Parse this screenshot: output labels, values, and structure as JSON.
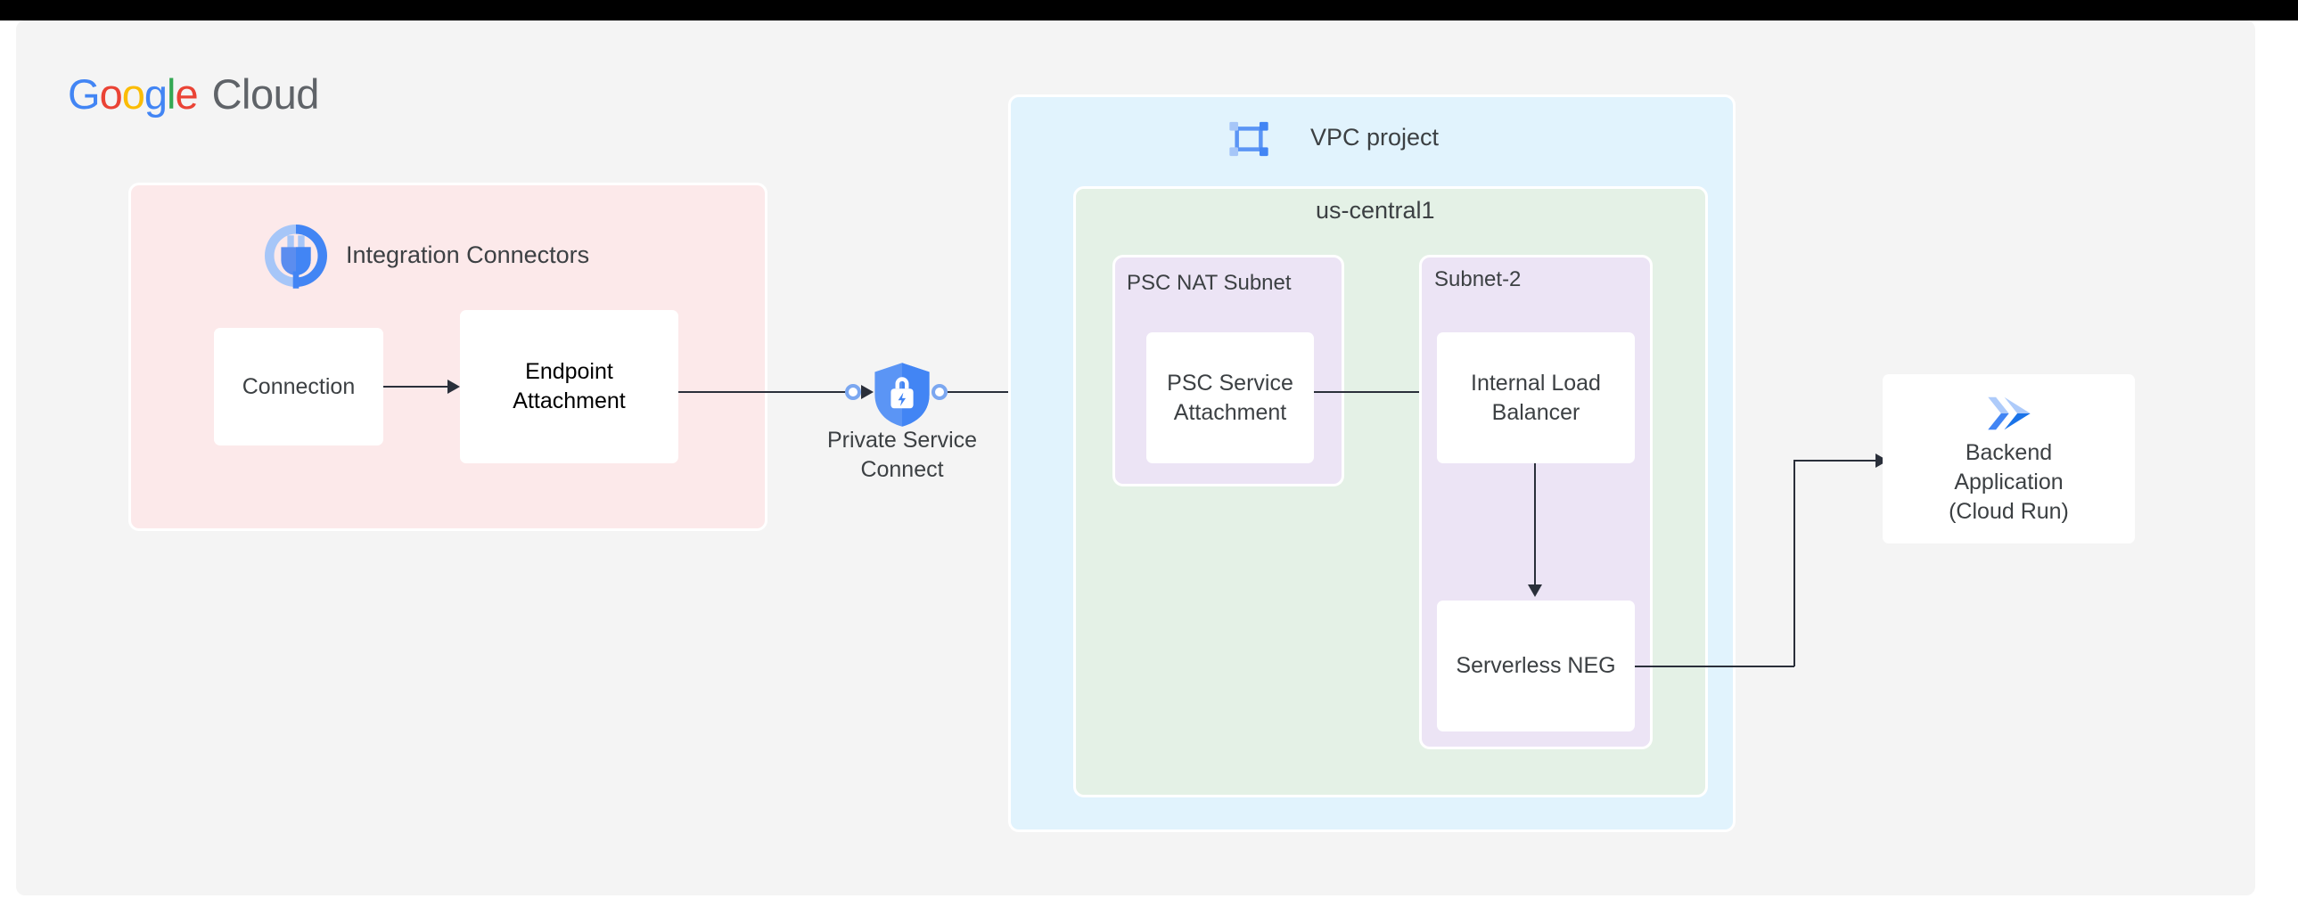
{
  "page": {
    "title": "Google Cloud Private Service Connect architecture",
    "background_color": "#ffffff",
    "canvas_color": "#f4f4f4",
    "topbar_color": "#000000"
  },
  "brand": {
    "name": "Google Cloud",
    "word_google": [
      "G",
      "o",
      "o",
      "g",
      "l",
      "e"
    ],
    "word_cloud": "Cloud",
    "colors": {
      "blue": "#4285F4",
      "red": "#EA4335",
      "yellow": "#FBBC05",
      "green": "#34A853",
      "grey": "#5f6368"
    }
  },
  "zones": {
    "integration_connectors": {
      "label": "Integration Connectors",
      "icon": "integration-connectors-icon",
      "fill": "#fce9ea"
    },
    "vpc_project": {
      "label": "VPC project",
      "icon": "vpc-network-icon",
      "fill": "#e1f3fd"
    },
    "region": {
      "label": "us-central1",
      "fill": "#e4f1e6"
    },
    "psc_nat_subnet": {
      "label": "PSC NAT Subnet",
      "fill": "#ece4f5"
    },
    "subnet_2": {
      "label": "Subnet-2",
      "fill": "#ece4f5"
    }
  },
  "nodes": {
    "connection": {
      "label": "Connection"
    },
    "endpoint_attachment": {
      "label": "Endpoint\nAttachment"
    },
    "psc_service_attachment": {
      "label": "PSC Service\nAttachment"
    },
    "internal_load_balancer": {
      "label": "Internal Load\nBalancer"
    },
    "serverless_neg": {
      "label": "Serverless NEG"
    },
    "backend_application": {
      "label": "Backend\nApplication\n(Cloud Run)",
      "icon": "cloud-run-icon"
    }
  },
  "services": {
    "private_service_connect": {
      "label": "Private Service\nConnect",
      "icon": "private-service-connect-shield-lock-icon"
    }
  },
  "flow": [
    {
      "from": "Connection",
      "to": "Endpoint Attachment"
    },
    {
      "from": "Endpoint Attachment",
      "to": "Private Service Connect"
    },
    {
      "from": "Private Service Connect",
      "to": "PSC Service Attachment"
    },
    {
      "from": "PSC Service Attachment",
      "to": "Internal Load Balancer"
    },
    {
      "from": "Internal Load Balancer",
      "to": "Serverless NEG"
    },
    {
      "from": "Serverless NEG",
      "to": "Backend Application (Cloud Run)"
    }
  ]
}
